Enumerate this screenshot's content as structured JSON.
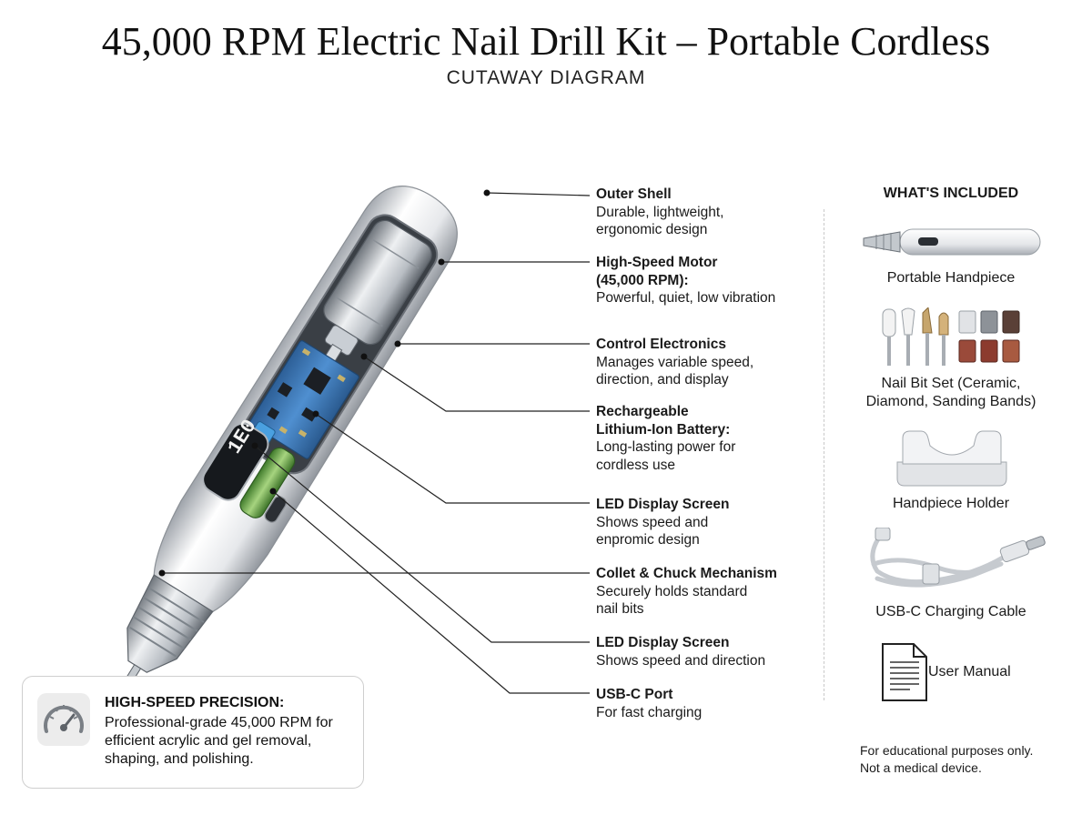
{
  "header": {
    "title": "45,000 RPM Electric Nail Drill Kit – Portable Cordless",
    "subtitle": "CUTAWAY DIAGRAM"
  },
  "display_readout": "1E0",
  "callouts": [
    {
      "title": "Outer Shell",
      "desc": "Durable, lightweight,\nergonomic design"
    },
    {
      "title": "High-Speed Motor\n(45,000 RPM):",
      "desc": "Powerful, quiet, low vibration"
    },
    {
      "title": "Control Electronics",
      "desc": "Manages variable speed,\ndirection, and display"
    },
    {
      "title": "Rechargeable\nLithium-Ion Battery:",
      "desc": "Long-lasting power for\ncordless use"
    },
    {
      "title": "LED Display Screen",
      "desc": "Shows speed and\nenpromic design"
    },
    {
      "title": "Collet & Chuck Mechanism",
      "desc": "Securely holds standard\nnail bits"
    },
    {
      "title": "LED Display Screen",
      "desc": "Shows speed and direction"
    },
    {
      "title": "USB-C Port",
      "desc": "For fast charging"
    }
  ],
  "included": {
    "title": "WHAT'S INCLUDED",
    "items": [
      {
        "label": "Portable Handpiece",
        "icon": "handpiece-icon"
      },
      {
        "label": "Nail Bit Set (Ceramic,\nDiamond, Sanding Bands)",
        "icon": "nail-bit-set-icon"
      },
      {
        "label": "Handpiece Holder",
        "icon": "holder-icon"
      },
      {
        "label": "USB-C Charging Cable",
        "icon": "usb-cable-icon"
      },
      {
        "label": "User Manual",
        "icon": "manual-icon"
      }
    ]
  },
  "precision": {
    "title": "HIGH-SPEED PRECISION:",
    "text": "Professional-grade 45,000 RPM for\nefficient acrylic and gel removal,\nshaping, and polishing.",
    "icon": "speedometer-icon"
  },
  "disclaimer": "For educational purposes only.\nNot a medical device.",
  "colors": {
    "pcb": "#3b78b8",
    "battery": "#6fae4a",
    "metal": "#b9bfc6",
    "shell": "#f1f2f4"
  }
}
